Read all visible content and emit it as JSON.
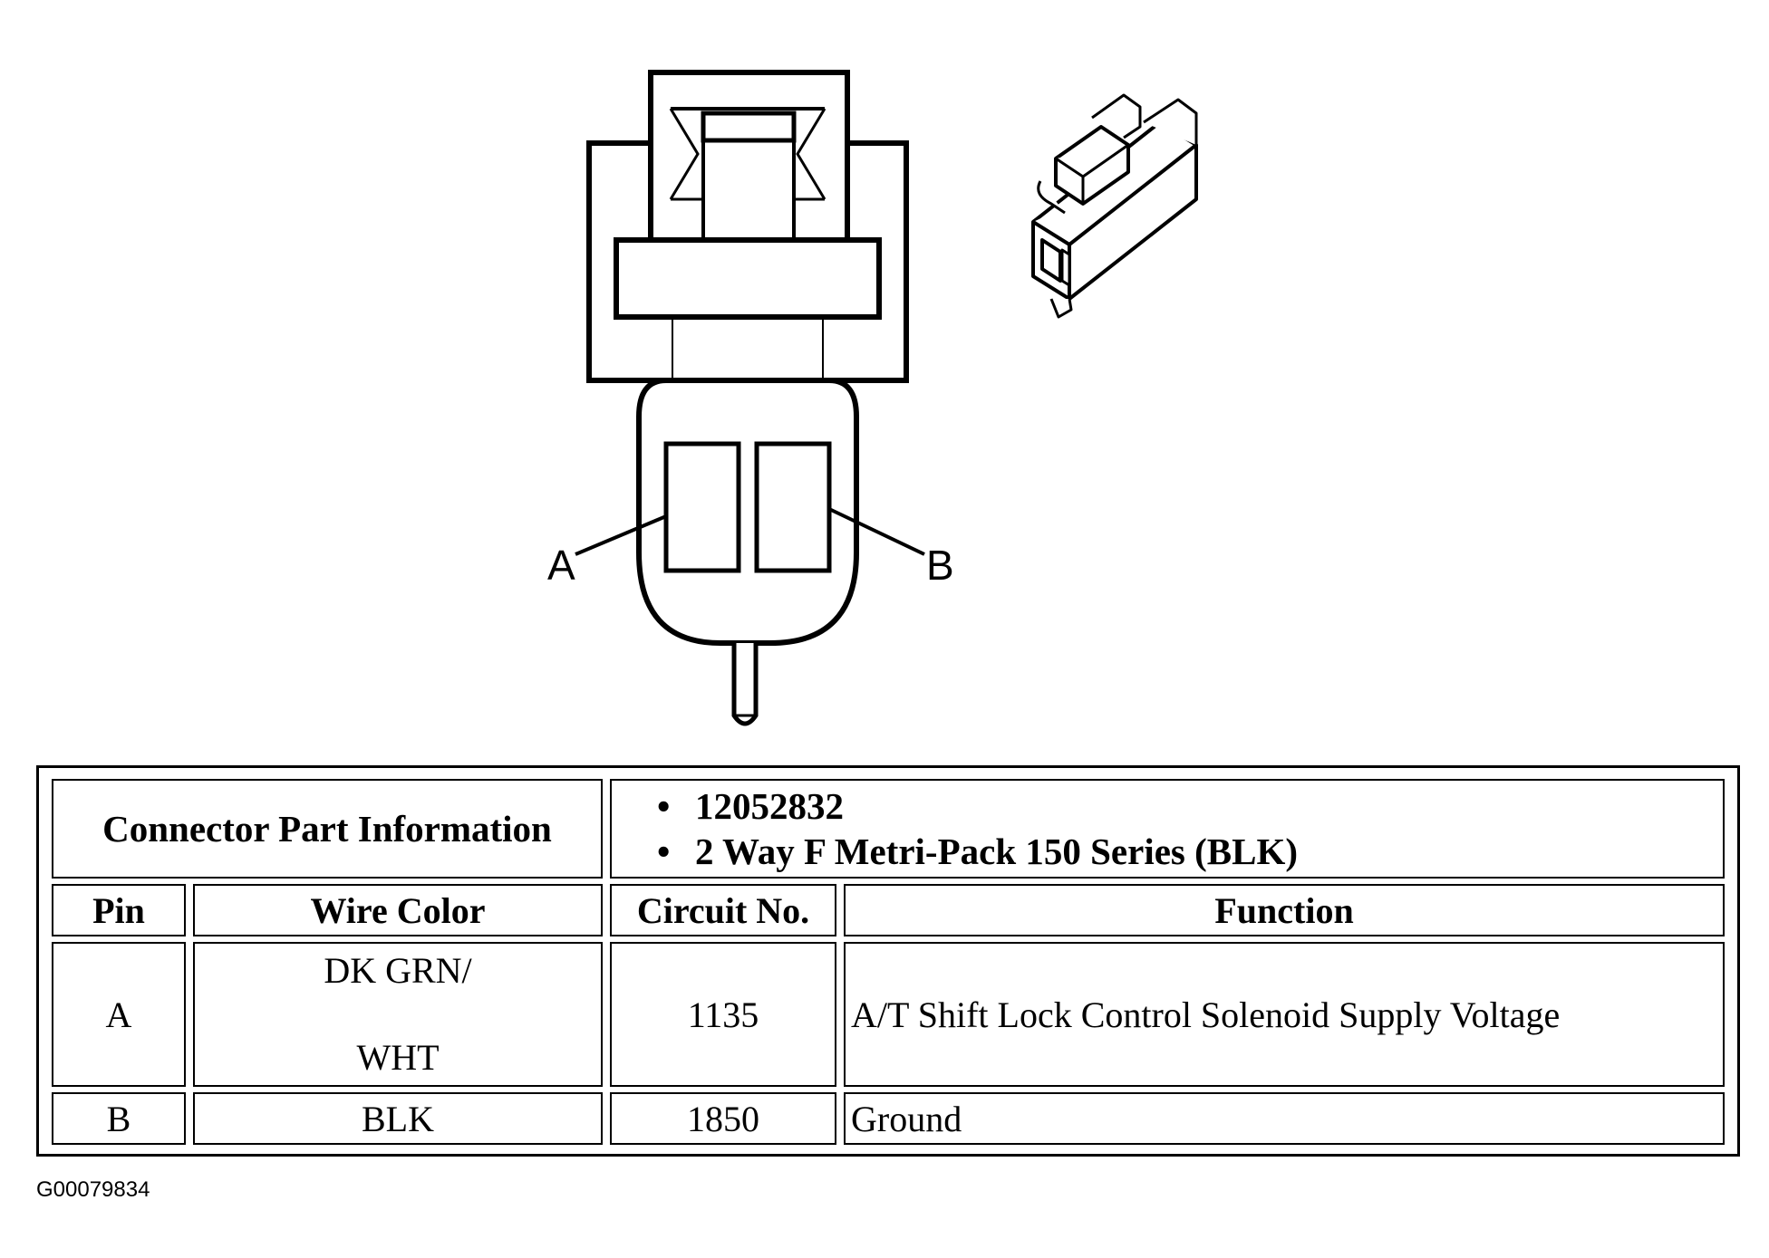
{
  "diagram": {
    "pin_label_a": "A",
    "pin_label_b": "B",
    "icon_main": "connector-face-view",
    "icon_iso": "connector-isometric-view"
  },
  "table": {
    "connector_part_info_label": "Connector Part Information",
    "part_items": [
      "12052832",
      "2 Way F Metri-Pack 150 Series (BLK)"
    ],
    "headers": {
      "pin": "Pin",
      "wire_color": "Wire Color",
      "circuit_no": "Circuit No.",
      "function": "Function"
    },
    "rows": [
      {
        "pin": "A",
        "wire_color_line1": "DK GRN/",
        "wire_color_line2": "WHT",
        "circuit": "1135",
        "function": "A/T Shift Lock Control Solenoid Supply Voltage"
      },
      {
        "pin": "B",
        "wire_color_line1": "BLK",
        "circuit": "1850",
        "function": "Ground"
      }
    ]
  },
  "figure_id": "G00079834"
}
